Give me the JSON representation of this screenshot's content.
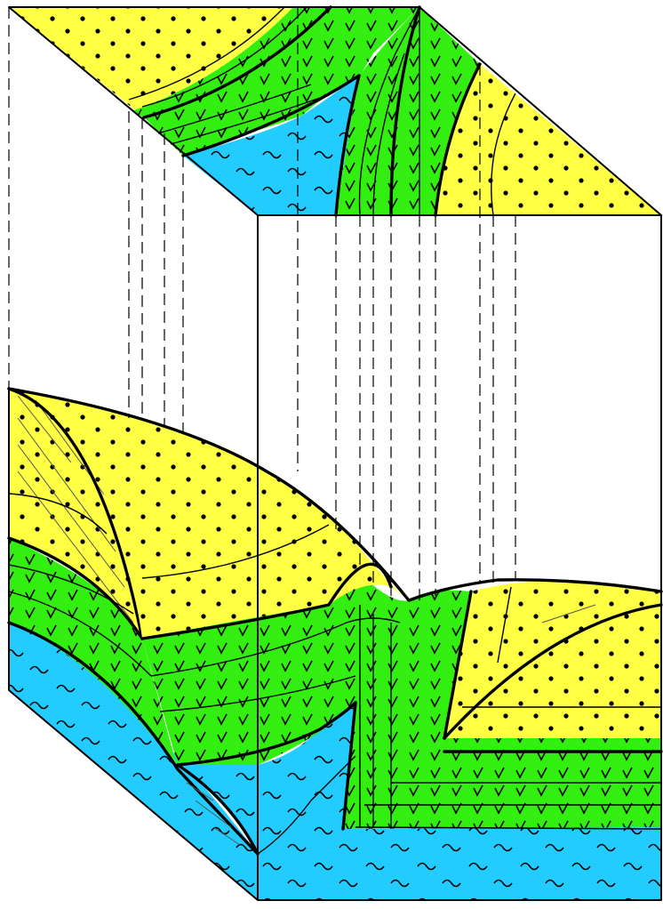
{
  "diagram": {
    "colors": {
      "sand": "#ffff44",
      "shale": "#33ee11",
      "water": "#22ccff",
      "line": "#000000",
      "background": "#ffffff"
    },
    "layers": [
      {
        "id": "sand",
        "pattern": "dots",
        "color": "#ffff44"
      },
      {
        "id": "shale",
        "pattern": "v-marks",
        "color": "#33ee11"
      },
      {
        "id": "water",
        "pattern": "waves",
        "color": "#22ccff"
      }
    ]
  }
}
